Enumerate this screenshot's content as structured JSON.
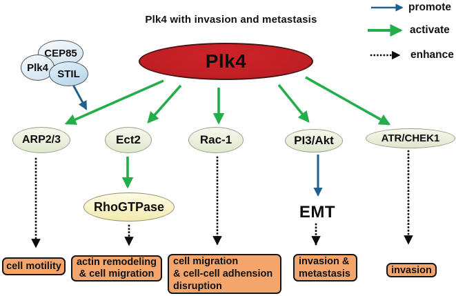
{
  "title": "Plk4 with invasion and metastasis",
  "legend": {
    "items": [
      {
        "label": "promote",
        "arrow": "solid",
        "color": "#1e608f"
      },
      {
        "label": "activate",
        "arrow": "solid",
        "color": "#25ad4b"
      },
      {
        "label": "enhance",
        "arrow": "dotted",
        "color": "#000000"
      }
    ]
  },
  "complex": {
    "members": [
      {
        "label": "CEP85"
      },
      {
        "label": "Plk4"
      },
      {
        "label": "STIL"
      }
    ]
  },
  "hub": {
    "label": "Plk4"
  },
  "nodes": [
    {
      "id": "arp23",
      "label": "ARP2/3"
    },
    {
      "id": "ect2",
      "label": "Ect2"
    },
    {
      "id": "rac1",
      "label": "Rac-1"
    },
    {
      "id": "pi3akt",
      "label": "PI3/Akt"
    },
    {
      "id": "atrchek1",
      "label": "ATR/CHEK1"
    }
  ],
  "intermediates": [
    {
      "id": "rhogtpase",
      "label": "RhoGTPase"
    },
    {
      "id": "emt",
      "label": "EMT"
    }
  ],
  "outcomes": [
    {
      "id": "cell-motility",
      "label": "cell motility"
    },
    {
      "id": "actin-remodeling",
      "label": "actin remodeling\n& cell migration"
    },
    {
      "id": "adhesion-disruption",
      "label": "cell migration\n& cell-cell adhension\ndisruption"
    },
    {
      "id": "invasion-metastasis",
      "label": "invasion &\nmetastasis"
    },
    {
      "id": "invasion",
      "label": "invasion"
    }
  ],
  "edges": [
    {
      "from": "Plk4/CEP85/STIL complex",
      "to": "ARP2/3",
      "type": "promote"
    },
    {
      "from": "Plk4",
      "to": "ARP2/3",
      "type": "activate"
    },
    {
      "from": "Plk4",
      "to": "Ect2",
      "type": "activate"
    },
    {
      "from": "Plk4",
      "to": "Rac-1",
      "type": "activate"
    },
    {
      "from": "Plk4",
      "to": "PI3/Akt",
      "type": "activate"
    },
    {
      "from": "Plk4",
      "to": "ATR/CHEK1",
      "type": "activate"
    },
    {
      "from": "ARP2/3",
      "to": "cell motility",
      "type": "enhance"
    },
    {
      "from": "Ect2",
      "to": "RhoGTPase",
      "type": "activate"
    },
    {
      "from": "RhoGTPase",
      "to": "actin remodeling & cell migration",
      "type": "enhance"
    },
    {
      "from": "Rac-1",
      "to": "cell migration & cell-cell adhension disruption",
      "type": "enhance"
    },
    {
      "from": "PI3/Akt",
      "to": "EMT",
      "type": "promote"
    },
    {
      "from": "EMT",
      "to": "invasion & metastasis",
      "type": "enhance"
    },
    {
      "from": "ATR/CHEK1",
      "to": "invasion",
      "type": "enhance"
    }
  ],
  "colors": {
    "hub_fill": "#c32026",
    "node_fill": "#e9eedb",
    "intermediate_fill": "#f8f2c8",
    "outcome_fill": "#f4a56c",
    "complex_fill": "#ddeaf4",
    "activate_green": "#25ad4b",
    "promote_blue": "#1e608f",
    "enhance_black": "#000000"
  }
}
